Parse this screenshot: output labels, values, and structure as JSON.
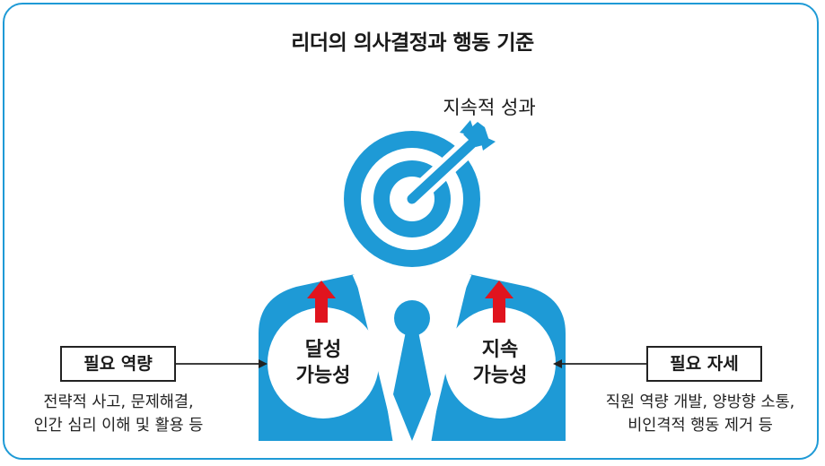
{
  "title": "리더의 의사결정과 행동 기준",
  "target_label": "지속적 성과",
  "left_bubble": {
    "line1": "달성",
    "line2": "가능성"
  },
  "right_bubble": {
    "line1": "지속",
    "line2": "가능성"
  },
  "left_box": {
    "label": "필요 역량",
    "desc_line1": "전략적 사고, 문제해결,",
    "desc_line2": "인간 심리 이해 및 활용 등"
  },
  "right_box": {
    "label": "필요 자세",
    "desc_line1": "직원 역량 개발, 양방향 소통,",
    "desc_line2": "비인격적 행동 제거 등"
  },
  "colors": {
    "blue": "#1e9ad6",
    "red": "#e0141e",
    "border": "#1e9ad6"
  }
}
